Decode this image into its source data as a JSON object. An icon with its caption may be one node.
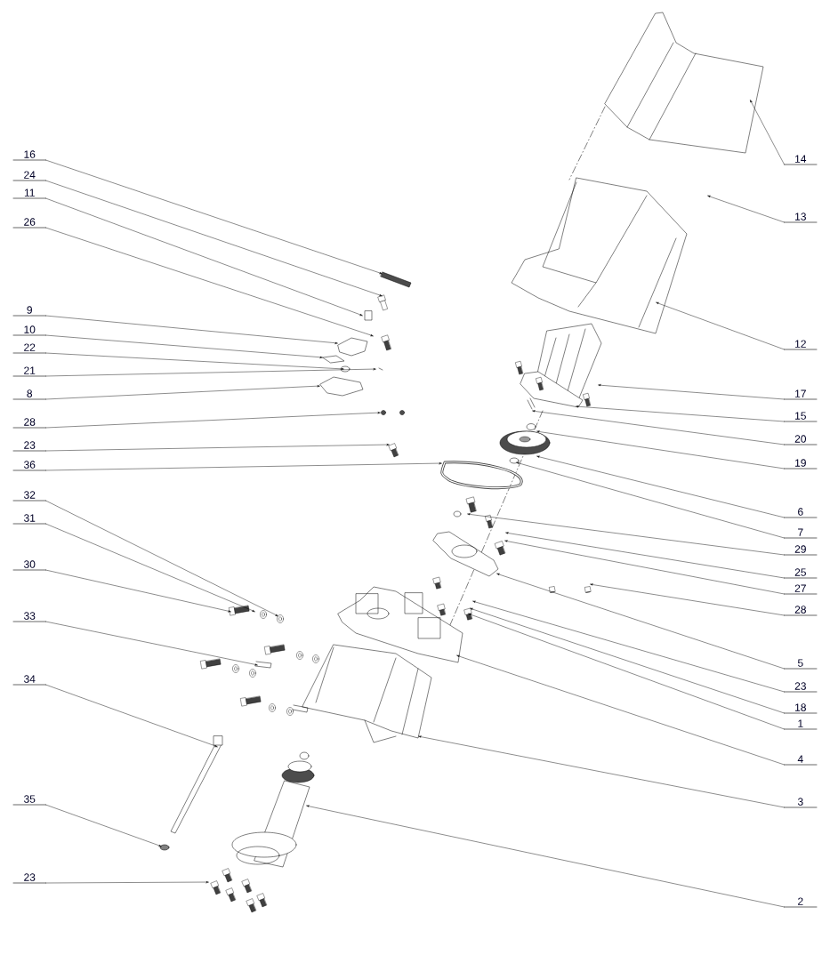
{
  "diagram": {
    "nodes": [
      {
        "text": [
          "16"
        ]
      },
      {
        "text": [
          "24"
        ]
      },
      {
        "text": [
          "11"
        ]
      },
      {
        "text": [
          "26"
        ]
      },
      {
        "text": [
          "9"
        ]
      },
      {
        "text": [
          "10"
        ]
      },
      {
        "text": [
          "22"
        ]
      },
      {
        "text": [
          "21"
        ]
      },
      {
        "text": [
          "8"
        ]
      },
      {
        "text": [
          "28"
        ]
      },
      {
        "text": [
          "23"
        ]
      },
      {
        "text": [
          "36"
        ]
      },
      {
        "text": [
          "32"
        ]
      },
      {
        "text": [
          "31"
        ]
      },
      {
        "text": [
          "30"
        ]
      },
      {
        "text": [
          "33"
        ]
      },
      {
        "text": [
          "34"
        ]
      },
      {
        "text": [
          "35"
        ]
      },
      {
        "text": [
          "23"
        ]
      },
      {
        "text": [
          "14"
        ]
      },
      {
        "text": [
          "13"
        ]
      },
      {
        "text": [
          "12"
        ]
      },
      {
        "text": [
          "17"
        ]
      },
      {
        "text": [
          "15"
        ]
      },
      {
        "text": [
          "20"
        ]
      },
      {
        "text": [
          "19"
        ]
      },
      {
        "text": [
          "6"
        ]
      },
      {
        "text": [
          "7"
        ]
      },
      {
        "text": [
          "29"
        ]
      },
      {
        "text": [
          "25"
        ]
      },
      {
        "text": [
          "27"
        ]
      },
      {
        "text": [
          "28"
        ]
      },
      {
        "text": [
          "5"
        ]
      },
      {
        "text": [
          "23"
        ]
      },
      {
        "text": [
          "18"
        ]
      },
      {
        "text": [
          "1"
        ]
      },
      {
        "text": [
          "4"
        ]
      },
      {
        "text": [
          "3"
        ]
      },
      {
        "text": [
          "2"
        ]
      }
    ],
    "edges": [
      {
        "from": 0,
        "to": null,
        "arrow": "to"
      },
      {
        "from": 1,
        "to": null,
        "arrow": "to"
      },
      {
        "from": 2,
        "to": null,
        "arrow": "to"
      },
      {
        "from": 3,
        "to": null,
        "arrow": "to"
      },
      {
        "from": 4,
        "to": null,
        "arrow": "to"
      },
      {
        "from": 5,
        "to": null,
        "arrow": "to"
      },
      {
        "from": 6,
        "to": null,
        "arrow": "to"
      },
      {
        "from": 7,
        "to": null,
        "arrow": "to"
      },
      {
        "from": 8,
        "to": null,
        "arrow": "to"
      },
      {
        "from": 9,
        "to": null,
        "arrow": "to"
      },
      {
        "from": 10,
        "to": null,
        "arrow": "to"
      },
      {
        "from": 11,
        "to": null,
        "arrow": "to"
      },
      {
        "from": 12,
        "to": null,
        "arrow": "to"
      },
      {
        "from": 13,
        "to": null,
        "arrow": "to"
      },
      {
        "from": 14,
        "to": null,
        "arrow": "to"
      },
      {
        "from": 15,
        "to": null,
        "arrow": "to"
      },
      {
        "from": 16,
        "to": null,
        "arrow": "to"
      },
      {
        "from": 17,
        "to": null,
        "arrow": "to"
      },
      {
        "from": 18,
        "to": null,
        "arrow": "to"
      },
      {
        "from": 19,
        "to": null,
        "arrow": "to"
      },
      {
        "from": 20,
        "to": null,
        "arrow": "to"
      },
      {
        "from": 21,
        "to": null,
        "arrow": "to"
      },
      {
        "from": 22,
        "to": null,
        "arrow": "to"
      },
      {
        "from": 23,
        "to": null,
        "arrow": "to"
      },
      {
        "from": 24,
        "to": null,
        "arrow": "to"
      },
      {
        "from": 25,
        "to": null,
        "arrow": "to"
      },
      {
        "from": 26,
        "to": null,
        "arrow": "to"
      },
      {
        "from": 27,
        "to": null,
        "arrow": "to"
      },
      {
        "from": 28,
        "to": null,
        "arrow": "to"
      },
      {
        "from": 29,
        "to": null,
        "arrow": "to"
      },
      {
        "from": 30,
        "to": null,
        "arrow": "to"
      },
      {
        "from": 31,
        "to": null,
        "arrow": "to"
      },
      {
        "from": 32,
        "to": null,
        "arrow": "to"
      },
      {
        "from": 33,
        "to": null,
        "arrow": "to"
      },
      {
        "from": 34,
        "to": null,
        "arrow": "to"
      },
      {
        "from": 35,
        "to": null,
        "arrow": "to"
      },
      {
        "from": 36,
        "to": null,
        "arrow": "to"
      },
      {
        "from": 37,
        "to": null,
        "arrow": "to"
      },
      {
        "from": 38,
        "to": null,
        "arrow": "to"
      }
    ]
  }
}
